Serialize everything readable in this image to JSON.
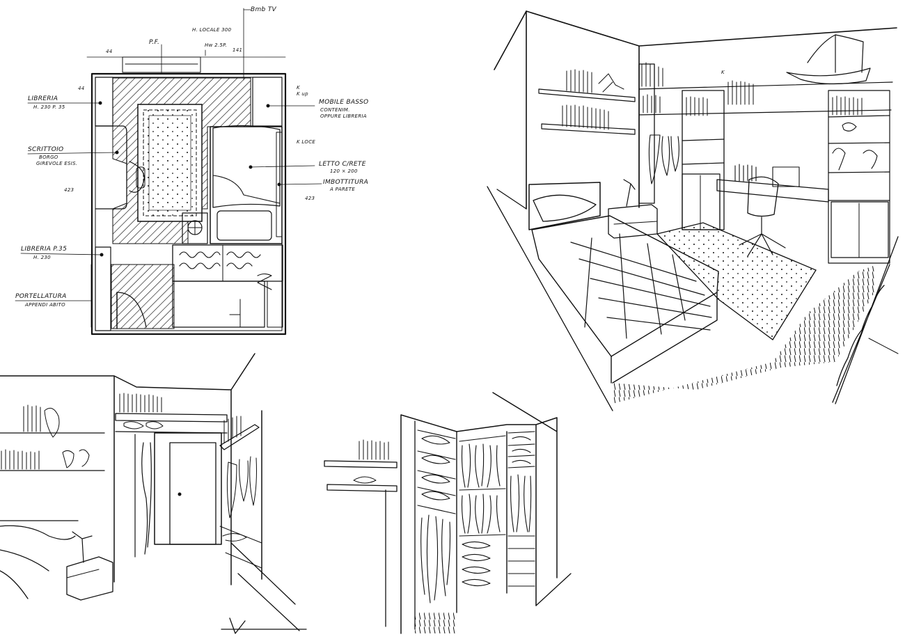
{
  "plan": {
    "labels": {
      "tv": "Bmb TV",
      "h_locale": "H. LOCALE 300",
      "pf": "P.F.",
      "dim_44": "44",
      "dim_141": "141",
      "hw": "Hw 2.5P.",
      "libreria_1": "LIBRERIA",
      "libreria_1_sub": "H. 230 P. 35",
      "scrittoio": "SCRITTOIO",
      "scrittoio_sub1": "BORGO",
      "scrittoio_sub2": "GIREVOLE ESIS.",
      "dim_423a": "423",
      "dim_423b": "423",
      "mobile": "MOBILE BASSO",
      "mobile_sub1": "CONTENIM.",
      "mobile_sub2": "OPPURE LIBRERIA",
      "letto": "LETTO C/RETE",
      "letto_sub": "120 × 200",
      "imbottitura": "IMBOTTITURA",
      "imbottitura_sub": "A PARETE",
      "libreria_2": "LIBRERIA P.35",
      "libreria_2_sub": "H. 230",
      "portellatura": "PORTELLATURA",
      "portellatura_sub": "APPENDI ABITO",
      "k1": "K",
      "k2": "K up",
      "k3": "K",
      "k4": "K LOCE"
    }
  },
  "perspective": {
    "label_k": "K"
  }
}
